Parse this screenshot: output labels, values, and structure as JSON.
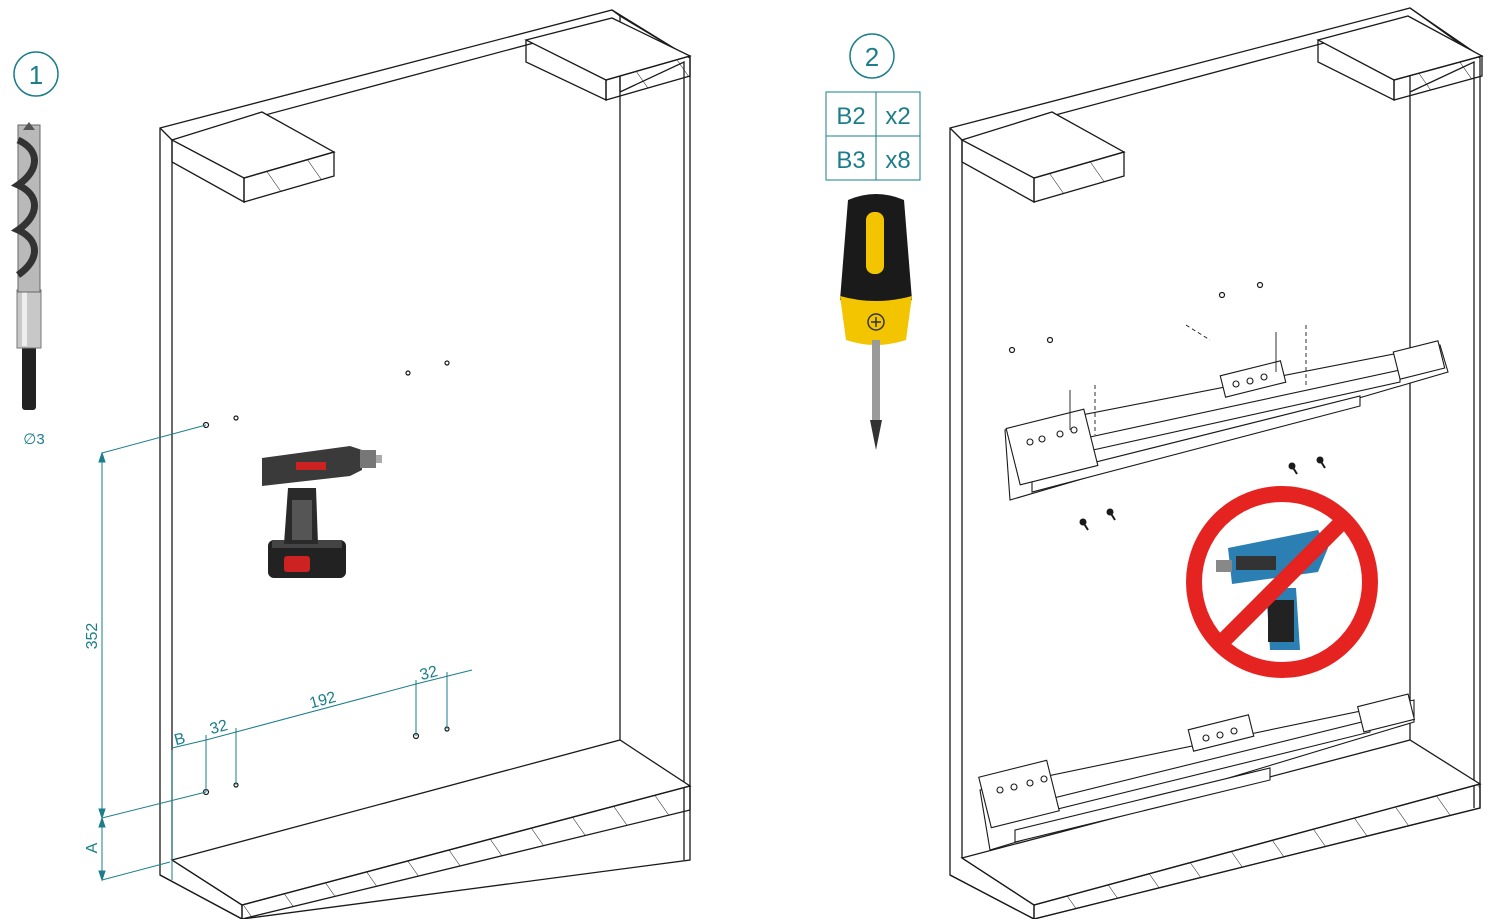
{
  "step1": {
    "number": "1",
    "drill_bit_label": "∅3"
  },
  "step2": {
    "number": "2",
    "screw_table": [
      {
        "code": "B2",
        "qty": "x2"
      },
      {
        "code": "B3",
        "qty": "x8"
      }
    ]
  },
  "dimensions": {
    "vertical": "352",
    "b": "B",
    "a": "A",
    "offset_32_left": "32",
    "spacing_192": "192",
    "offset_32_right": "32"
  },
  "icons": {
    "drill_bit": "drill-bit-icon",
    "power_drill": "power-drill-icon",
    "screwdriver": "phillips-screwdriver-icon",
    "no_power_drill": "no-power-drill-icon"
  },
  "colors": {
    "accent": "#1b7e8a",
    "prohibition": "#e52421",
    "line": "#1a1a1a"
  }
}
